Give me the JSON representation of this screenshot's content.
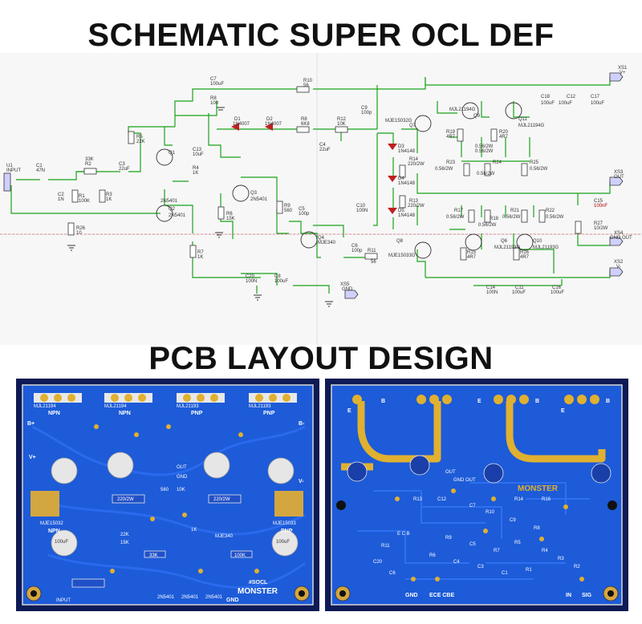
{
  "titles": {
    "schematic": "SCHEMATIC SUPER OCL DEF",
    "pcb": "PCB LAYOUT DESIGN"
  },
  "schematic": {
    "components": {
      "u1": "U1",
      "input": "INPUT",
      "c1": "C1",
      "c1v": "47N",
      "c2": "C2",
      "c2v": "1N",
      "r1": "R1",
      "r1v": "100K",
      "r2": "R2",
      "r2v": "33K",
      "r3": "R3",
      "r3v": "1K",
      "r26": "R26",
      "r26v": "10",
      "c3": "C3",
      "c3v": "22uF",
      "r5": "R5",
      "r5v": "22K",
      "q1": "Q1",
      "q1v": "2N5401",
      "q2": "Q2",
      "q2v": "2N5401",
      "q3": "Q3",
      "q3v": "2N5401",
      "c13": "C13",
      "c13v": "10uF",
      "r4": "R4",
      "r4v": "1K",
      "r6": "R6",
      "r6v": "15K",
      "r7": "R7",
      "r7v": "1K",
      "r9": "R9",
      "r9v": "560",
      "c5": "C5",
      "c5v": "100p",
      "q4": "Q4",
      "q4v": "MJE340",
      "c6": "C6",
      "c6v": "100p",
      "r11": "R11",
      "r11v": "56",
      "c20": "C20",
      "c20v": "100N",
      "c8": "C8",
      "c8v": "100uF",
      "xs5": "XS5",
      "gnd": "GND",
      "c7": "C7",
      "c7v": "100uF",
      "r10": "R10",
      "r10v": "56",
      "r8": "R8",
      "r8v": "100",
      "d1": "D1",
      "d1v": "1N4007",
      "d2": "D2",
      "d2v": "1N4007",
      "r8b": "R8",
      "r8bv": "6K8",
      "r12": "R12",
      "r12v": "10K",
      "c9": "C9",
      "c9v": "100p",
      "c4": "C4",
      "c4v": "22uF",
      "d3": "D3",
      "d3v": "1N4148",
      "d4": "D4",
      "d4v": "1N4148",
      "d5": "D5",
      "d5v": "1N4148",
      "c10": "C10",
      "c10v": "100N",
      "r14": "R14",
      "r14v": "220/2W",
      "r13": "R13",
      "r13v": "220/2W",
      "q7": "Q7",
      "q7v": "MJE15032G",
      "q8": "Q8",
      "q8v": "MJE15033G",
      "q9": "Q9",
      "q9v": "MJL21194G",
      "q11": "Q11",
      "q11v": "MJL21194G",
      "q6": "Q6",
      "q6v": "MJL21193G",
      "q10": "Q10",
      "q10v": "MJL21193G",
      "r19": "R19",
      "r19v": "4R7",
      "r20": "R20",
      "r20v": "4R7",
      "r15": "R15",
      "r15v": "4R7",
      "r16": "R16",
      "r16v": "4R7",
      "r23": "R23",
      "r23v": "0.56/2W",
      "r24": "R24",
      "r24v": "0.56/2W",
      "r25": "R25",
      "r25v": "0.56/2W",
      "r17": "R17",
      "r17v": "0.56/2W",
      "r18": "R18",
      "r18v": "0.56/2W",
      "r21": "R21",
      "r21v": "0.56/2W",
      "r22": "R22",
      "r22v": "0.56/2W",
      "c18": "C18",
      "c18v": "100uF",
      "c12": "C12",
      "c12v": "100uF",
      "c17": "C17",
      "c17v": "100uF",
      "c14": "C14",
      "c14v": "100N",
      "c11": "C11",
      "c11v": "100uF",
      "c16": "C16",
      "c16v": "100uF",
      "c15": "C15",
      "c15v": "100nF",
      "r27": "R27",
      "r27v": "10/2W",
      "xs1": "XS1",
      "vplus": "V+",
      "xs3": "XS3",
      "out": "OUT",
      "xs4": "XS4",
      "gndout": "GND OUT",
      "xs2": "XS2",
      "vminus": "V-"
    }
  },
  "pcb_left": {
    "npn": "NPN",
    "pnp": "PNP",
    "mjl_top": [
      "MJL21194",
      "MJL21194",
      "MJL21193",
      "MJL21193"
    ],
    "bplus": "B+",
    "bminus": "B-",
    "vplus": "V+",
    "vminus": "V-",
    "r220": [
      "220/2W",
      "220/2W"
    ],
    "c100": "100uF",
    "mje340": "MJE340",
    "r560": "560",
    "r10k": "10K",
    "r100k": "100K",
    "r1k": "1K",
    "r15k": "15K",
    "r33k": "33K",
    "r22k": "22K",
    "diodes": [
      "2N5401",
      "2N5401",
      "2N5401"
    ],
    "socl": "#SOCL",
    "monster": "MONSTER",
    "gnd": "GND",
    "input": "INPUT",
    "mje_npn": "MJE15032",
    "mje_pnp": "MJE15033",
    "out": "OUT",
    "gnd_side": "GND"
  },
  "pcb_right": {
    "e": "E",
    "b": "B",
    "c": "C",
    "monster": "MONSTER",
    "gnd": "GND",
    "in": "IN",
    "sig": "SIG",
    "out": "OUT",
    "gnd_out": "GND OUT",
    "ebc": "E C B",
    "ecb": "ECE CBE",
    "refs": [
      "R13",
      "C12",
      "R14",
      "R16",
      "C7",
      "R10",
      "C9",
      "R8",
      "R9",
      "C5",
      "R7",
      "R5",
      "R4",
      "R3",
      "R2",
      "R1",
      "C1",
      "C3",
      "C4",
      "R6",
      "R11",
      "C20",
      "C6"
    ]
  }
}
